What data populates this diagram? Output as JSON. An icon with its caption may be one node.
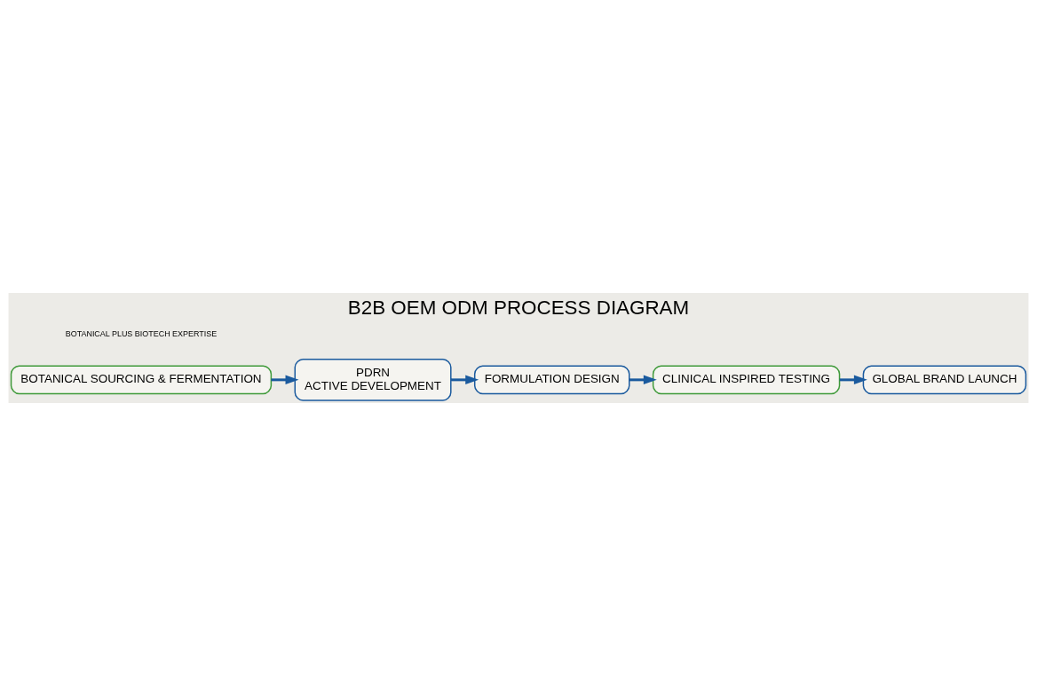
{
  "diagram": {
    "title": "B2B OEM ODM PROCESS DIAGRAM",
    "nodes": [
      {
        "text": [
          "BOTANICAL SOURCING & FERMENTATION"
        ]
      },
      {
        "text": [
          "PDRN",
          "ACTIVE DEVELOPMENT"
        ]
      },
      {
        "text": [
          "FORMULATION DESIGN"
        ]
      },
      {
        "text": [
          "CLINICAL INSPIRED TESTING"
        ]
      },
      {
        "text": [
          "GLOBAL BRAND LAUNCH"
        ]
      }
    ],
    "edges": [
      {
        "from": 0,
        "to": 1,
        "arrow": "to"
      },
      {
        "from": 1,
        "to": 2,
        "arrow": "to"
      },
      {
        "from": 2,
        "to": 3,
        "arrow": "to"
      },
      {
        "from": 3,
        "to": 4,
        "arrow": "to"
      }
    ],
    "labels": [
      "BOTANICAL PLUS BIOTECH EXPERTISE"
    ]
  }
}
